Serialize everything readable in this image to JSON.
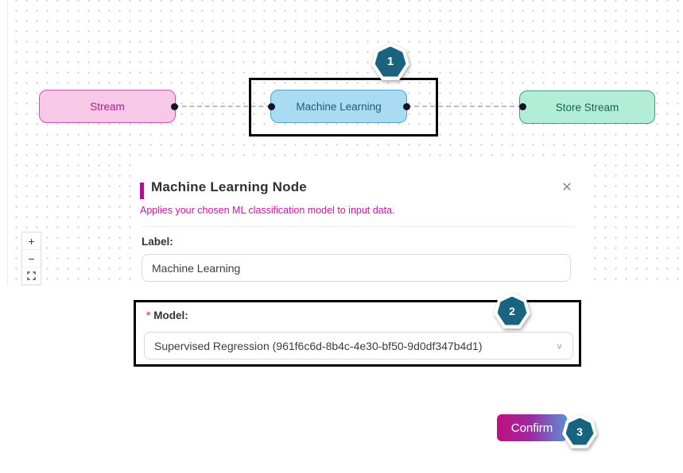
{
  "canvas": {
    "nodes": [
      {
        "id": "stream",
        "label": "Stream",
        "fill": "#f7c9e6",
        "border": "#cf52aa",
        "text_color": "#ad1a8c"
      },
      {
        "id": "machine-learning",
        "label": "Machine Learning",
        "fill": "#a9dbf3",
        "border": "#4ba3d1",
        "text_color": "#1e5b7d"
      },
      {
        "id": "store-stream",
        "label": "Store Stream",
        "fill": "#b2edd8",
        "border": "#37a181",
        "text_color": "#176350"
      }
    ],
    "annotation_badges": [
      {
        "value": "1"
      },
      {
        "value": "2"
      },
      {
        "value": "3"
      }
    ],
    "badge_color": "#176380",
    "zoom_controls": {
      "zoom_in": "+",
      "zoom_out": "−"
    }
  },
  "panel": {
    "title": "Machine Learning Node",
    "subtitle": "Applies your chosen ML classification model to input data.",
    "accent_color": "#ad1091",
    "subtitle_color": "#d112a0",
    "icons": {
      "close": "✕",
      "chevron_down": "∨"
    },
    "label_field": {
      "label": "Label:",
      "value": "Machine Learning"
    },
    "model_field": {
      "required_marker": "*",
      "label": "Model:",
      "value": "Supervised Regression (961f6c6d-8b4c-4e30-bf50-9d0df347b4d1)"
    },
    "confirm": {
      "label": "Confirm",
      "gradient": [
        "#c0107f",
        "#9b2ba0",
        "#5d8fd6"
      ]
    }
  }
}
